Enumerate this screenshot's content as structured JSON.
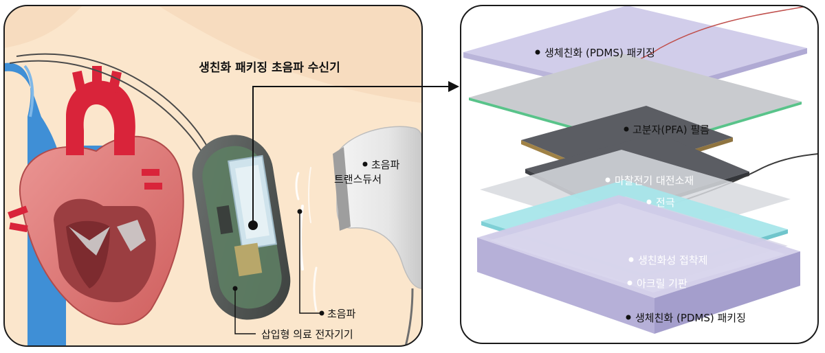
{
  "left_panel": {
    "title": "생친화 패키징 초음파 수신기",
    "labels": {
      "transducer_line1": "초음파",
      "transducer_line2": "트랜스듀서",
      "ultrasound": "초음파",
      "implant": "삽입형 의료 전자기기"
    }
  },
  "right_panel": {
    "layers": [
      "생체친화 (PDMS) 패키징",
      "고분자(PFA) 필름",
      "마찰전기 대전소재",
      "전극",
      "생친화성 접착제",
      "아크릴 기판",
      "생체친화 (PDMS) 패키징"
    ]
  },
  "colors": {
    "skin": "#fbe6cc",
    "skin_edge": "#ead2b3",
    "heart_red": "#d9243a",
    "heart_pink": "#e98583",
    "vessel_blue": "#3f8fd6",
    "pdms_purple": "#c9c4e6",
    "pfa_film": "#c9cbcf",
    "triboelectric_dark": "#5b5d63",
    "gold_edge": "#a08246",
    "adhesive_cyan": "#a8e6ea",
    "acrylic": "#d6d3e6"
  }
}
